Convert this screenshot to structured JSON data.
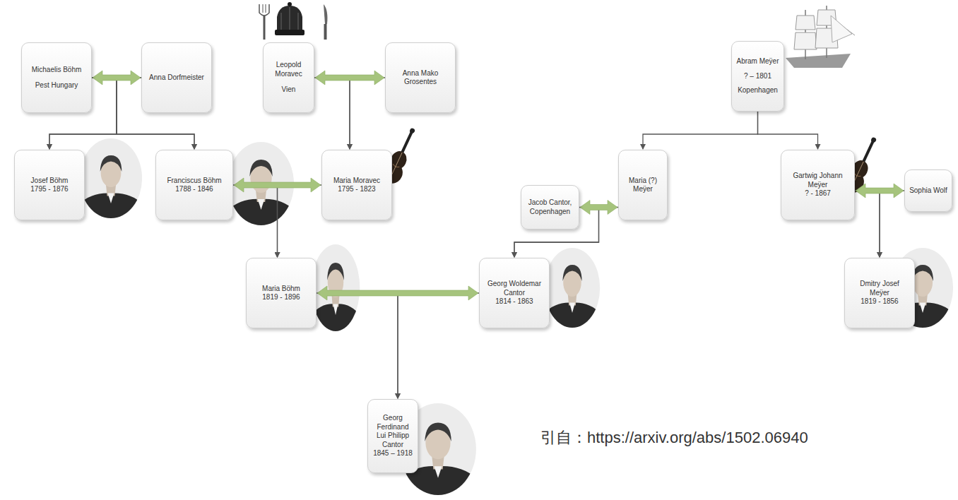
{
  "diagram": {
    "nodes": [
      {
        "text": [
          "Michaelis Böhm",
          "Pest Hungary"
        ]
      },
      {
        "text": [
          "Anna Dorfmeister"
        ]
      },
      {
        "text": [
          "Leopold Moravec",
          "Vien"
        ]
      },
      {
        "text": [
          "Anna Mako Grosentes"
        ]
      },
      {
        "text": [
          "Abram Meÿer",
          "? – 1801",
          "Kopenhagen"
        ]
      },
      {
        "text": [
          "Josef Böhm",
          "1795 - 1876"
        ]
      },
      {
        "text": [
          "Franciscus Böhm",
          "1788 - 1846"
        ]
      },
      {
        "text": [
          "Maria Moravec",
          "1795 - 1823"
        ]
      },
      {
        "text": [
          "Jacob Cantor, Copenhagen"
        ]
      },
      {
        "text": [
          "Maria (?) Meÿer"
        ]
      },
      {
        "text": [
          "Gartwig Johann Meÿer",
          "? - 1867"
        ]
      },
      {
        "text": [
          "Sophia Wolf"
        ]
      },
      {
        "text": [
          "Maria Böhm",
          "1819 - 1896"
        ]
      },
      {
        "text": [
          "Georg Woldemar Cantor",
          "1814 - 1863"
        ]
      },
      {
        "text": [
          "Dmitry Josef Meÿer",
          "1819 - 1856"
        ]
      },
      {
        "text": [
          "Georg Ferdinand Lui Philipp Cantor",
          "1845 – 1918"
        ]
      }
    ],
    "edges": [
      {
        "from": 0,
        "to": 1,
        "arrow": "both"
      },
      {
        "from": 0,
        "to": 5,
        "arrow": "to"
      },
      {
        "from": 1,
        "to": 5,
        "arrow": "to"
      },
      {
        "from": 0,
        "to": 6,
        "arrow": "to"
      },
      {
        "from": 1,
        "to": 6,
        "arrow": "to"
      },
      {
        "from": 2,
        "to": 3,
        "arrow": "both"
      },
      {
        "from": 2,
        "to": 7,
        "arrow": "to"
      },
      {
        "from": 3,
        "to": 7,
        "arrow": "to"
      },
      {
        "from": 4,
        "to": 9,
        "arrow": "to"
      },
      {
        "from": 4,
        "to": 10,
        "arrow": "to"
      },
      {
        "from": 6,
        "to": 7,
        "arrow": "both"
      },
      {
        "from": 6,
        "to": 12,
        "arrow": "to"
      },
      {
        "from": 7,
        "to": 12,
        "arrow": "to"
      },
      {
        "from": 8,
        "to": 9,
        "arrow": "both"
      },
      {
        "from": 8,
        "to": 13,
        "arrow": "to"
      },
      {
        "from": 9,
        "to": 13,
        "arrow": "to"
      },
      {
        "from": 10,
        "to": 11,
        "arrow": "both"
      },
      {
        "from": 10,
        "to": 14,
        "arrow": "to"
      },
      {
        "from": 11,
        "to": 14,
        "arrow": "to"
      },
      {
        "from": 12,
        "to": 13,
        "arrow": "both"
      },
      {
        "from": 12,
        "to": 15,
        "arrow": "to"
      },
      {
        "from": 13,
        "to": 15,
        "arrow": "to"
      }
    ],
    "labels": [
      "引自：https://arxiv.org/abs/1502.06940"
    ]
  }
}
